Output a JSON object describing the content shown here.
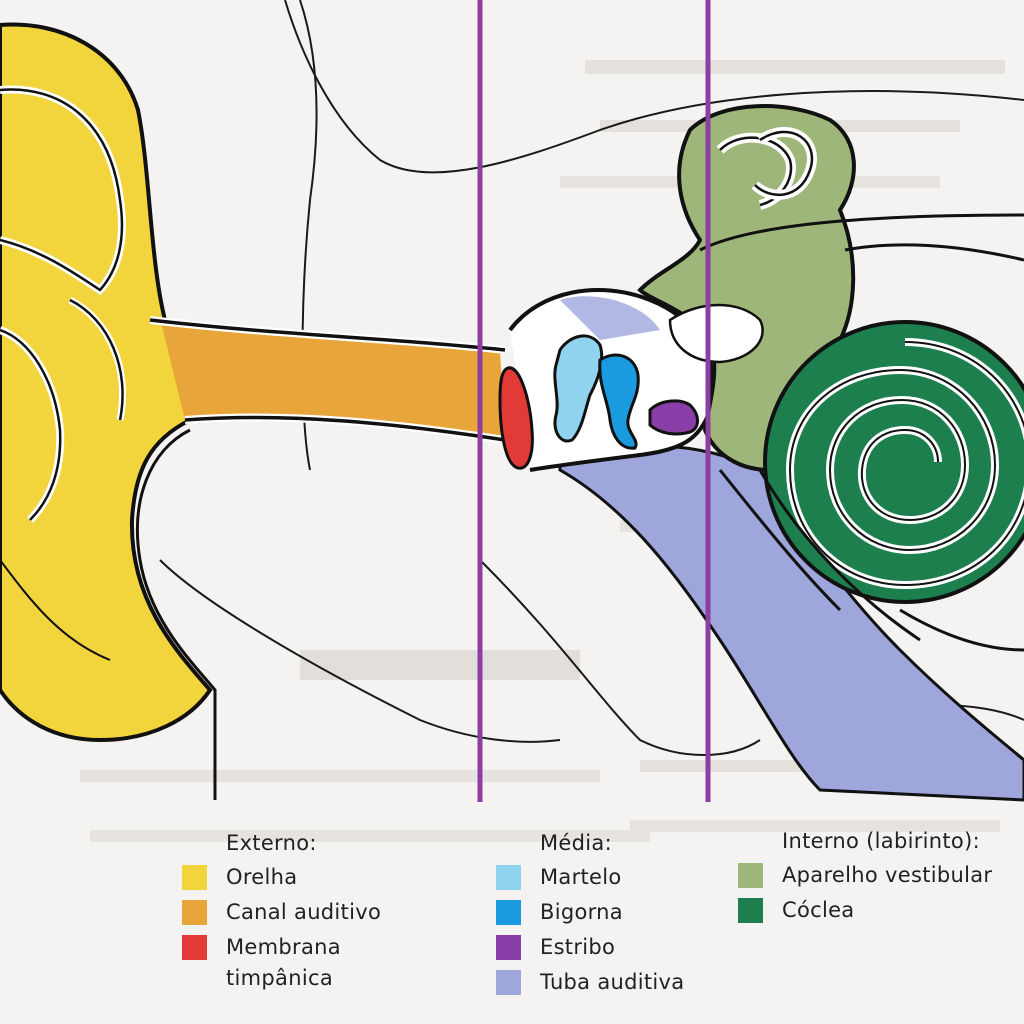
{
  "legend": {
    "externo": {
      "heading": "Externo:",
      "items": [
        {
          "label": "Orelha",
          "color": "#f2d43c"
        },
        {
          "label": "Canal auditivo",
          "color": "#e8a63a"
        },
        {
          "label": "Membrana timpânica",
          "color": "#e23a36"
        }
      ]
    },
    "media": {
      "heading": "Média:",
      "items": [
        {
          "label": "Martelo",
          "color": "#8fd3ee"
        },
        {
          "label": "Bigorna",
          "color": "#1a9be0"
        },
        {
          "label": "Estribo",
          "color": "#8a3fa8"
        },
        {
          "label": "Tuba auditiva",
          "color": "#9ea6dc"
        }
      ]
    },
    "interno": {
      "heading": "Interno (labirinto):",
      "items": [
        {
          "label": "Aparelho vestibular",
          "color": "#9fb67a"
        },
        {
          "label": "Cóclea",
          "color": "#1d7e4e"
        }
      ]
    }
  },
  "divider_color": "#8b3fa3"
}
